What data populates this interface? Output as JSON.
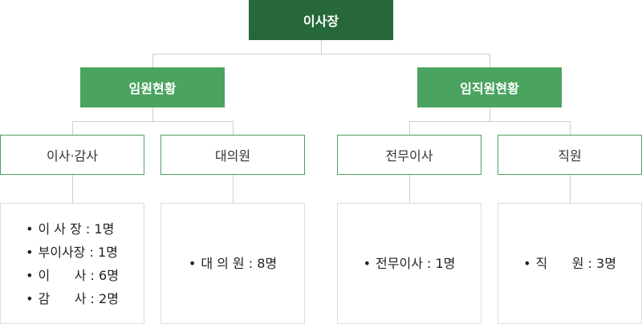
{
  "org": {
    "root": "이사장",
    "branches": [
      {
        "label": "임원현황",
        "children": [
          {
            "label": "이사·감사",
            "details": [
              "이 사 장 : 1명",
              "부이사장 : 1명",
              "이      사 : 6명",
              "감      사 : 2명"
            ]
          },
          {
            "label": "대의원",
            "details": [
              "대 의 원 : 8명"
            ]
          }
        ]
      },
      {
        "label": "임직원현황",
        "children": [
          {
            "label": "전무이사",
            "details": [
              "전무이사 : 1명"
            ]
          },
          {
            "label": "직원",
            "details": [
              "직      원 : 3명"
            ]
          }
        ]
      }
    ]
  },
  "colors": {
    "root": "#27683a",
    "branch": "#4aa35e",
    "leaf_border": "#4aa35e",
    "connector": "#cfcfcf",
    "detail_border": "#dcdcdc"
  }
}
